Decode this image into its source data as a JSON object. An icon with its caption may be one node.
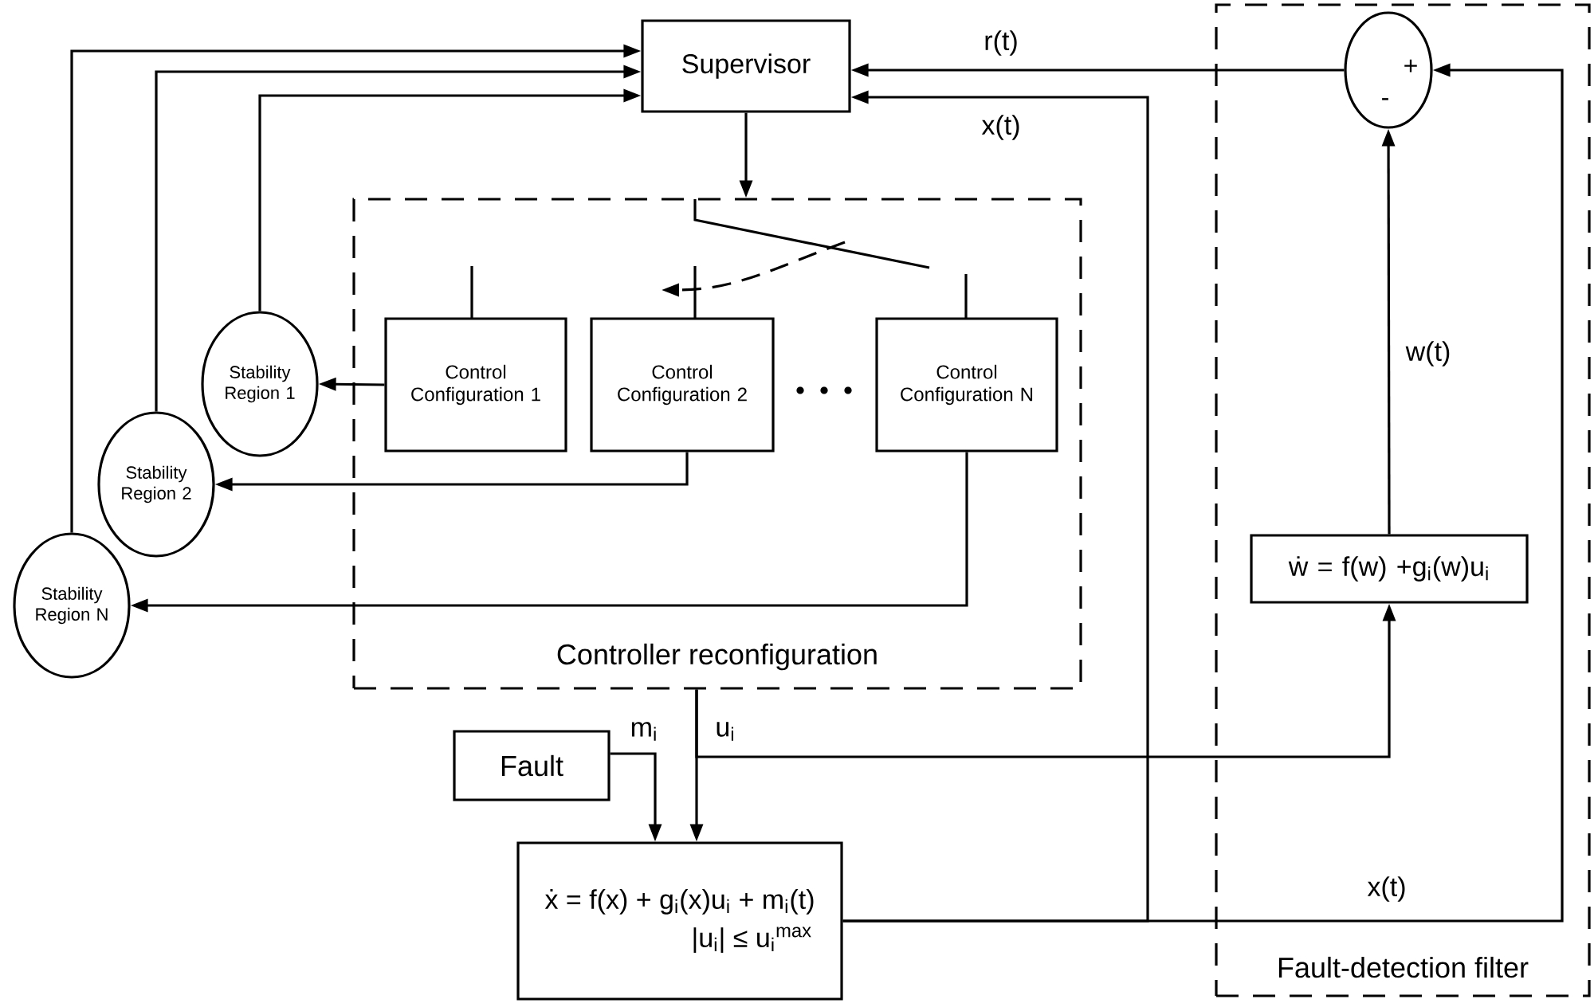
{
  "diagram": {
    "nodes": [
      {
        "text": [
          "Supervisor"
        ]
      },
      {
        "text": [
          "Controller reconfiguration"
        ]
      },
      {
        "text": [
          "Control Configuration 1"
        ],
        "in": 1
      },
      {
        "text": [
          "Control Configuration 2"
        ],
        "in": 1
      },
      {
        "text": [
          "Control Configuration N"
        ],
        "in": 1
      },
      {
        "text": [
          "Stability Region 1"
        ]
      },
      {
        "text": [
          "Stability Region 2"
        ]
      },
      {
        "text": [
          "Stability Region N"
        ]
      },
      {
        "text": [
          "Fault"
        ]
      },
      {
        "text": [
          "ẋ = f(x) + g$_{i}$(x)u$_{i}$ + m$_{i}$(t)",
          "|u$_{i}$| ≤ u$_{i}$$^{max}$"
        ]
      },
      {
        "text": [
          "Fault-detection filter"
        ]
      },
      {
        "text": [
          "+",
          "-"
        ],
        "in": 10
      },
      {
        "text": [
          "ẇ = f(w) +g$_{i}$(w)u$_{i}$"
        ],
        "in": 10
      }
    ],
    "edges": [
      {
        "from": 5,
        "to": 0,
        "arrow": "to"
      },
      {
        "from": 6,
        "to": 0,
        "arrow": "to"
      },
      {
        "from": 7,
        "to": 0,
        "arrow": "to"
      },
      {
        "from": 11,
        "to": 0,
        "arrow": "to",
        "label": "r(t)"
      },
      {
        "from": 9,
        "to": 0,
        "arrow": "to",
        "label": "x(t)"
      },
      {
        "from": 9,
        "to": 11,
        "arrow": "to",
        "label": "x(t)"
      },
      {
        "from": 0,
        "to": 1,
        "arrow": "to"
      },
      {
        "from": 2,
        "to": 5,
        "arrow": "to"
      },
      {
        "from": 3,
        "to": 6,
        "arrow": "to"
      },
      {
        "from": 4,
        "to": 7,
        "arrow": "to"
      },
      {
        "from": 8,
        "to": 9,
        "arrow": "to",
        "label": "m$_{i}$"
      },
      {
        "from": 1,
        "to": 9,
        "arrow": "to",
        "label": "u$_{i}$"
      },
      {
        "from": 1,
        "to": 12,
        "arrow": "to"
      },
      {
        "from": 12,
        "to": 11,
        "arrow": "to",
        "label": "w(t)"
      }
    ]
  }
}
